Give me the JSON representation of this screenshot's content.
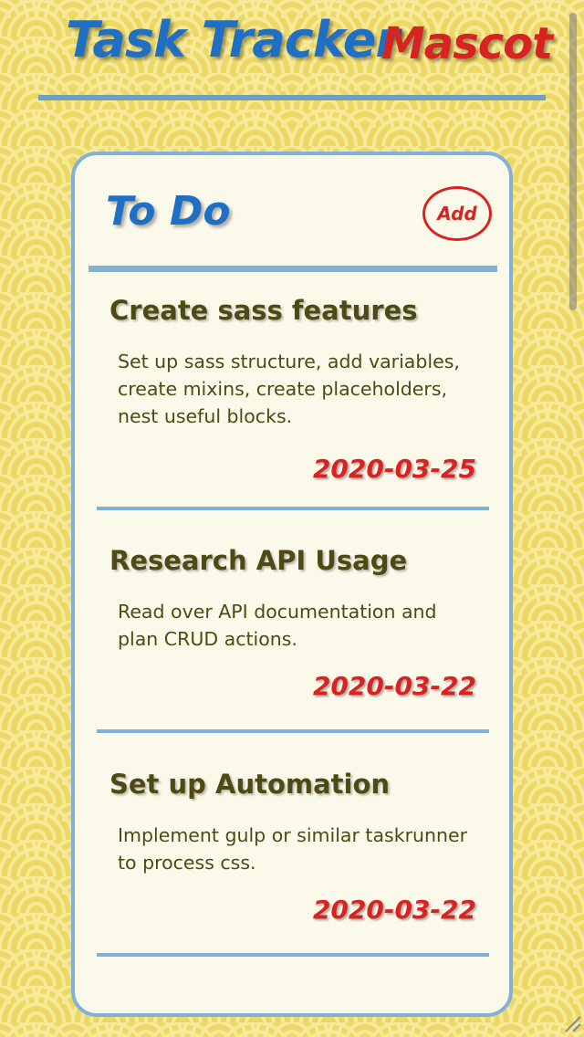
{
  "header": {
    "title": "Task Tracker",
    "mascot": "Mascot"
  },
  "todo": {
    "title": "To Do",
    "add_label": "Add",
    "tasks": [
      {
        "title": "Create sass features",
        "description": "Set up sass structure, add variables, create mixins, create placeholders, nest useful blocks.",
        "date": "2020-03-25"
      },
      {
        "title": "Research API Usage",
        "description": "Read over API documentation and plan CRUD actions.",
        "date": "2020-03-22"
      },
      {
        "title": "Set up Automation",
        "description": "Implement gulp or similar taskrunner to process css.",
        "date": "2020-03-22"
      }
    ]
  },
  "colors": {
    "background": "#ecd862",
    "pattern_stroke": "#f6e99a",
    "title_blue": "#1f6fc4",
    "accent_red": "#d82323",
    "card_border": "#7fb1d9",
    "card_bg": "#fbf9ea",
    "text_olive": "#4d4a14"
  }
}
